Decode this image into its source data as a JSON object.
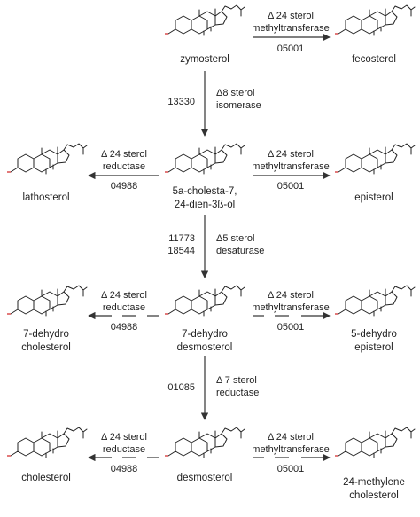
{
  "compounds": {
    "zymosterol": "zymosterol",
    "fecosterol": "fecosterol",
    "lathosterol": "lathosterol",
    "cholesta_line1": "5a-cholesta-7,",
    "cholesta_line2": "24-dien-3ß-ol",
    "episterol": "episterol",
    "dehydrochol_line1": "7-dehydro",
    "dehydrochol_line2": "cholesterol",
    "dehydrodesmo_line1": "7-dehydro",
    "dehydrodesmo_line2": "desmosterol",
    "dehydroepi_line1": "5-dehydro",
    "dehydroepi_line2": "episterol",
    "cholesterol": "cholesterol",
    "desmosterol": "desmosterol",
    "methylene_line1": "24-methylene",
    "methylene_line2": "cholesterol"
  },
  "enzymes": {
    "smt_line1": "Δ 24 sterol",
    "smt_line2": "methyltransferase",
    "red24_line1": "Δ 24 sterol",
    "red24_line2": "reductase",
    "isom_line1": "Δ8 sterol",
    "isom_line2": "isomerase",
    "desat_line1": "Δ5 sterol",
    "desat_line2": "desaturase",
    "red7_line1": "Δ 7 sterol",
    "red7_line2": "reductase"
  },
  "gene_ids": {
    "smt": "05001",
    "red24": "04988",
    "isom": "13330",
    "desat_a": "11773",
    "desat_b": "18544",
    "red7": "01085"
  },
  "colors": {
    "hydroxyl": "#d02020",
    "line": "#333333"
  }
}
